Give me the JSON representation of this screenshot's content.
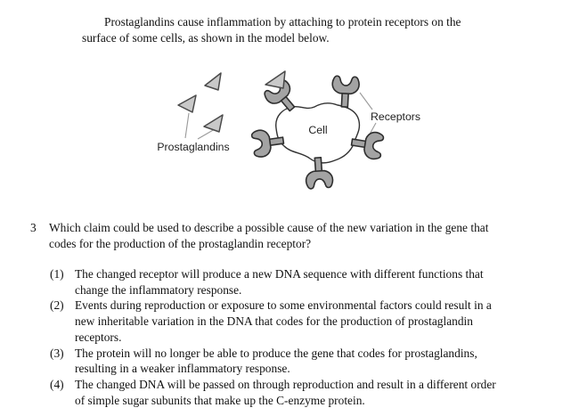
{
  "intro": {
    "line1": "Prostaglandins cause inflammation by attaching to protein receptors on the",
    "line2": "surface of some cells, as shown in the model below."
  },
  "diagram": {
    "labels": {
      "prostaglandins": "Prostaglandins",
      "cell": "Cell",
      "receptors": "Receptors"
    },
    "colors": {
      "triangle_fill": "#c9c9c9",
      "triangle_stroke": "#4a4a4a",
      "receptor_fill": "#a3a3a3",
      "receptor_stroke": "#2e2e2e",
      "cell_fill": "#ffffff",
      "cell_stroke": "#333333",
      "leader_line": "#9a9a9a"
    }
  },
  "question": {
    "number": "3",
    "line1": "Which claim could be used to describe a possible cause of the new variation in the gene that",
    "line2": "codes for the production of the prostaglandin receptor?"
  },
  "options": [
    {
      "num": "(1)",
      "lines": [
        "The changed receptor will produce a new DNA sequence with different functions that",
        "change the inflammatory response."
      ]
    },
    {
      "num": "(2)",
      "lines": [
        "Events during reproduction or exposure to some environmental factors could result in a",
        "new inheritable variation in the DNA that codes for the production of prostaglandin",
        "receptors."
      ]
    },
    {
      "num": "(3)",
      "lines": [
        "The protein will no longer be able to produce the gene that codes for prostaglandins,",
        "resulting in a weaker inflammatory response."
      ]
    },
    {
      "num": "(4)",
      "lines": [
        "The changed DNA will be passed on through reproduction and result in a different order",
        "of simple sugar subunits that make up the C-enzyme protein."
      ]
    }
  ]
}
